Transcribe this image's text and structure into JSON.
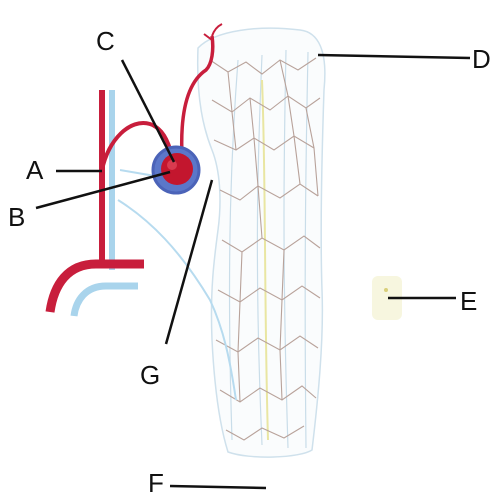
{
  "labels": {
    "A": "A",
    "B": "B",
    "C": "C",
    "D": "D",
    "E": "E",
    "F": "F",
    "G": "G"
  },
  "colors": {
    "artery": "#c81e3c",
    "vein": "#a9d4ec",
    "glomerulus": "#c3162e",
    "capsule": "#4b63b8",
    "capillary": "#b8a29a",
    "leader": "#111111",
    "duct_fill": "#f1f7fb",
    "yellow_vessel": "#e9e6a2"
  }
}
